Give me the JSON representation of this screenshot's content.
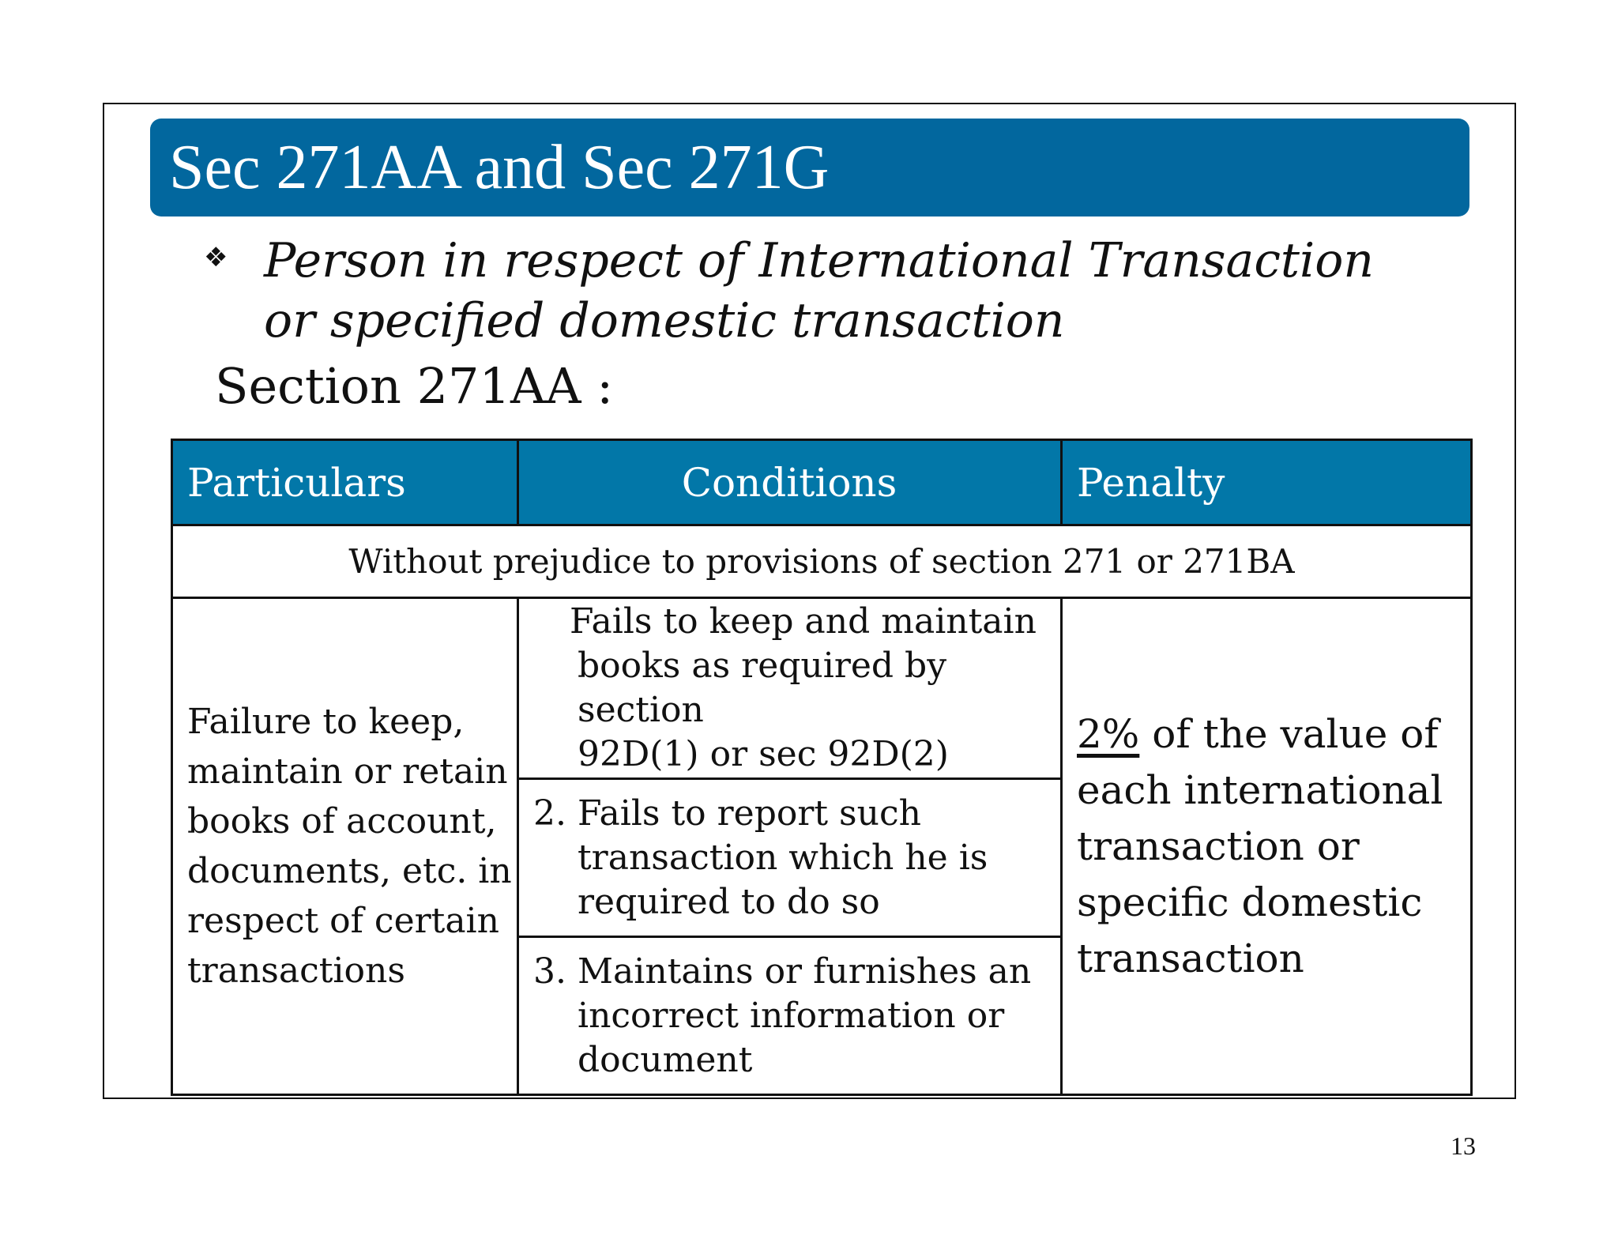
{
  "slide": {
    "title": "Sec 271AA and Sec 271G",
    "bullet": {
      "icon": "diamond-bullet-icon",
      "text": "Person in respect of International Transaction or specified domestic transaction"
    },
    "section_heading": "Section 271AA :",
    "page_number": "13"
  },
  "table": {
    "headers": {
      "particulars": "Particulars",
      "conditions": "Conditions",
      "penalty": "Penalty"
    },
    "spanning_row": "Without prejudice to provisions of section 271 or 271BA",
    "particular": "Failure to keep, maintain or retain books of account, documents, etc. in respect of certain transactions",
    "conditions": [
      {
        "number": "",
        "lines": [
          "Fails to keep and maintain",
          "books as required by section",
          "92D(1) or sec 92D(2)"
        ]
      },
      {
        "number": "2.",
        "lines": [
          "Fails to report such",
          "transaction which he is",
          "required to do so"
        ]
      },
      {
        "number": "3.",
        "lines": [
          "Maintains or furnishes an",
          "incorrect information or",
          "document"
        ]
      }
    ],
    "penalty": {
      "percent": "2%",
      "rest": " of the value of each international transaction or specific domestic transaction"
    }
  },
  "colors": {
    "title_bar": "#02679e",
    "table_header": "#0277a8"
  }
}
